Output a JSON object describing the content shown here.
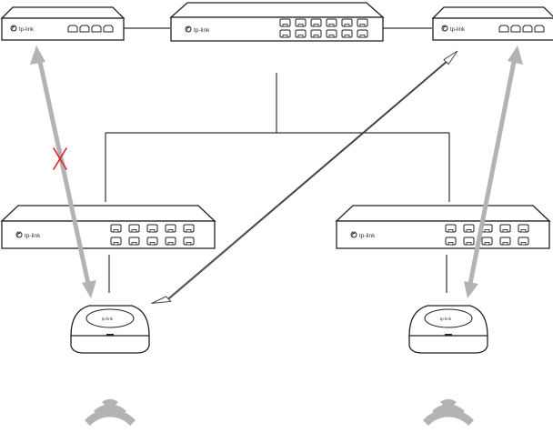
{
  "brand": {
    "name": "tp-link"
  },
  "colors": {
    "device_stroke": "#222222",
    "device_fill": "#ffffff",
    "line": "#333333",
    "gray_arrow": "#b3b3b3",
    "open_arrow": "#444444",
    "blocked_mark": "#e0202a"
  },
  "devices": [
    {
      "id": "gateway-left",
      "kind": "router",
      "label": "tp-link"
    },
    {
      "id": "core-switch",
      "kind": "switch",
      "label": "tp-link"
    },
    {
      "id": "gateway-right",
      "kind": "router",
      "label": "tp-link"
    },
    {
      "id": "access-switch-left",
      "kind": "switch",
      "label": "tp-link"
    },
    {
      "id": "access-switch-right",
      "kind": "switch",
      "label": "tp-link"
    },
    {
      "id": "access-point-left",
      "kind": "access-point",
      "label": "tp-link"
    },
    {
      "id": "access-point-right",
      "kind": "access-point",
      "label": "tp-link"
    }
  ],
  "icons": {
    "blocked": "x-mark-icon",
    "wireless": "wifi-signal-icon"
  }
}
